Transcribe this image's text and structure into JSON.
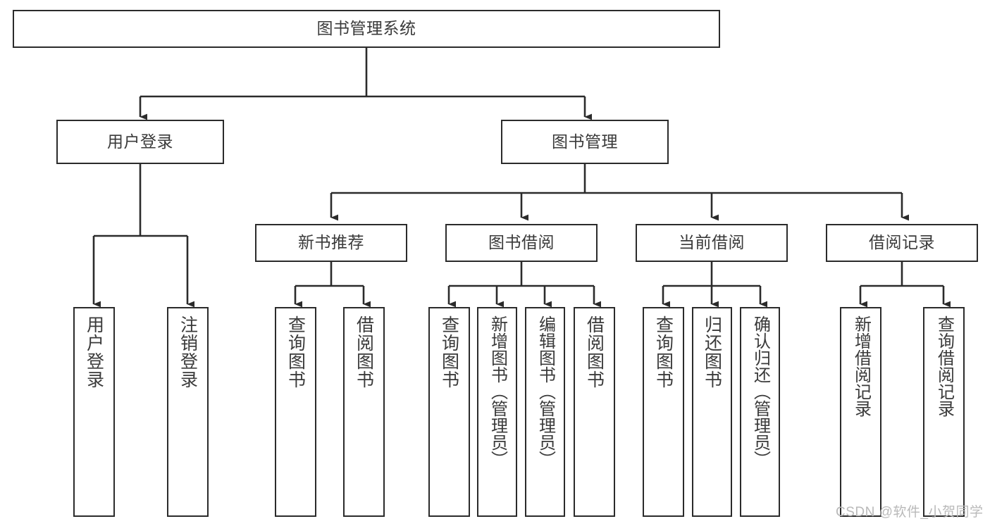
{
  "diagram": {
    "title": "图书管理系统",
    "type": "tree-hierarchy-diagram",
    "background_color": "#ffffff",
    "line_color": "#2b2b2b",
    "text_color": "#3a3a3a",
    "levels": {
      "root": {
        "label": "图书管理系统"
      },
      "level2": [
        {
          "label": "用户登录"
        },
        {
          "label": "图书管理"
        }
      ],
      "level3": [
        {
          "label": "新书推荐"
        },
        {
          "label": "图书借阅"
        },
        {
          "label": "当前借阅"
        },
        {
          "label": "借阅记录"
        }
      ],
      "leaves": {
        "user_login": [
          {
            "label": "用户登录"
          },
          {
            "label": "注销登录"
          }
        ],
        "new_book_recommend": [
          {
            "label": "查询图书"
          },
          {
            "label": "借阅图书"
          }
        ],
        "book_borrow": [
          {
            "label": "查询图书"
          },
          {
            "label": "新增图书（管理员）"
          },
          {
            "label": "编辑图书（管理员）"
          },
          {
            "label": "借阅图书"
          }
        ],
        "current_borrow": [
          {
            "label": "查询图书"
          },
          {
            "label": "归还图书"
          },
          {
            "label": "确认归还（管理员）"
          }
        ],
        "borrow_record": [
          {
            "label": "新增借阅记录"
          },
          {
            "label": "查询借阅记录"
          }
        ]
      }
    },
    "watermark": "CSDN @软件_小贺同学"
  }
}
